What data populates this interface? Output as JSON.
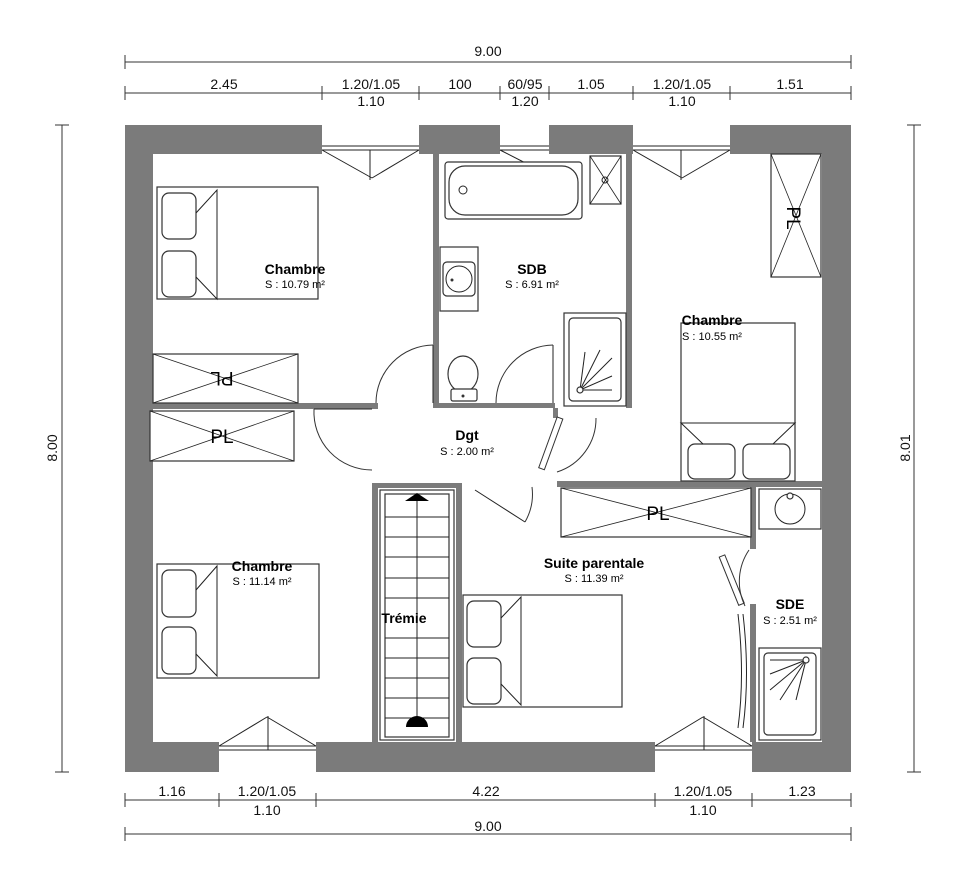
{
  "dimensions": {
    "top_total": "9.00",
    "top_segments_upper": [
      "2.45",
      "1.20/1.05",
      "100",
      "60/95",
      "1.05",
      "1.20/1.05",
      "1.51"
    ],
    "top_segments_lower": [
      "1.10",
      "1.20",
      "1.10"
    ],
    "left_height": "8.00",
    "right_height": "8.01",
    "bottom_segments_upper": [
      "1.16",
      "1.20/1.05",
      "4.22",
      "1.20/1.05",
      "1.23"
    ],
    "bottom_segments_lower": [
      "1.10",
      "1.10"
    ],
    "bottom_total": "9.00"
  },
  "rooms": [
    {
      "name": "Chambre",
      "area": "S : 10.79 m²"
    },
    {
      "name": "SDB",
      "area": "S : 6.91 m²"
    },
    {
      "name": "Chambre",
      "area": "S : 10.55 m²"
    },
    {
      "name": "Dgt",
      "area": "S : 2.00 m²"
    },
    {
      "name": "Chambre",
      "area": "S : 11.14 m²"
    },
    {
      "name": "Suite parentale",
      "area": "S : 11.39 m²"
    },
    {
      "name": "SDE",
      "area": "S : 2.51 m²"
    },
    {
      "name": "Trémie",
      "area": ""
    }
  ],
  "closet_label": "PL",
  "colors": {
    "wall": "#7b7b7b",
    "lines": "#222222"
  }
}
